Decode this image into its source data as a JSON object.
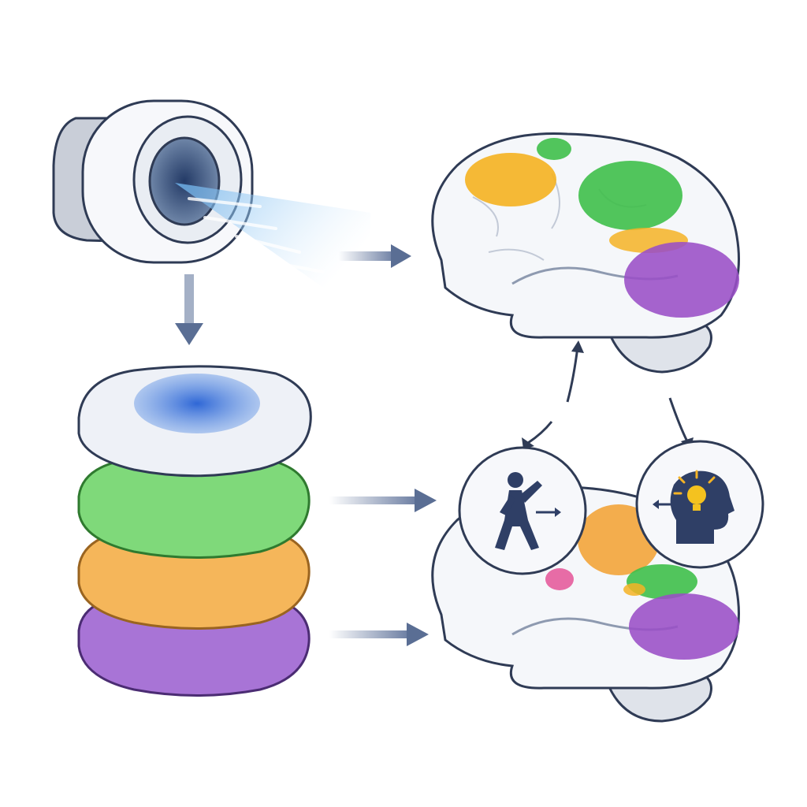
{
  "diagram": {
    "text_labels": [],
    "components": [
      {
        "name": "mri-scanner",
        "icon": "scanner-icon"
      },
      {
        "name": "scan-beam",
        "icon": "beam-icon"
      },
      {
        "name": "activated-brain-top",
        "regions": [
          "yellow",
          "green",
          "purple"
        ]
      },
      {
        "name": "brain-layer-stack",
        "layers": [
          "blue",
          "green",
          "orange",
          "purple"
        ]
      },
      {
        "name": "activated-brain-bottom",
        "regions": [
          "orange",
          "green",
          "purple",
          "pink"
        ]
      },
      {
        "name": "motor-function-bubble",
        "icon": "walking-person-icon"
      },
      {
        "name": "cognition-bubble",
        "icon": "head-lightbulb-icon"
      }
    ],
    "colors": {
      "accent_blue": "#3f74d9",
      "green": "#3fbf4a",
      "yellow": "#f4b325",
      "orange": "#f3a43a",
      "purple": "#9a4fc6",
      "pink": "#e55c9c",
      "arrow": "#4a5f86",
      "brain_outline": "#2f3b55"
    }
  }
}
